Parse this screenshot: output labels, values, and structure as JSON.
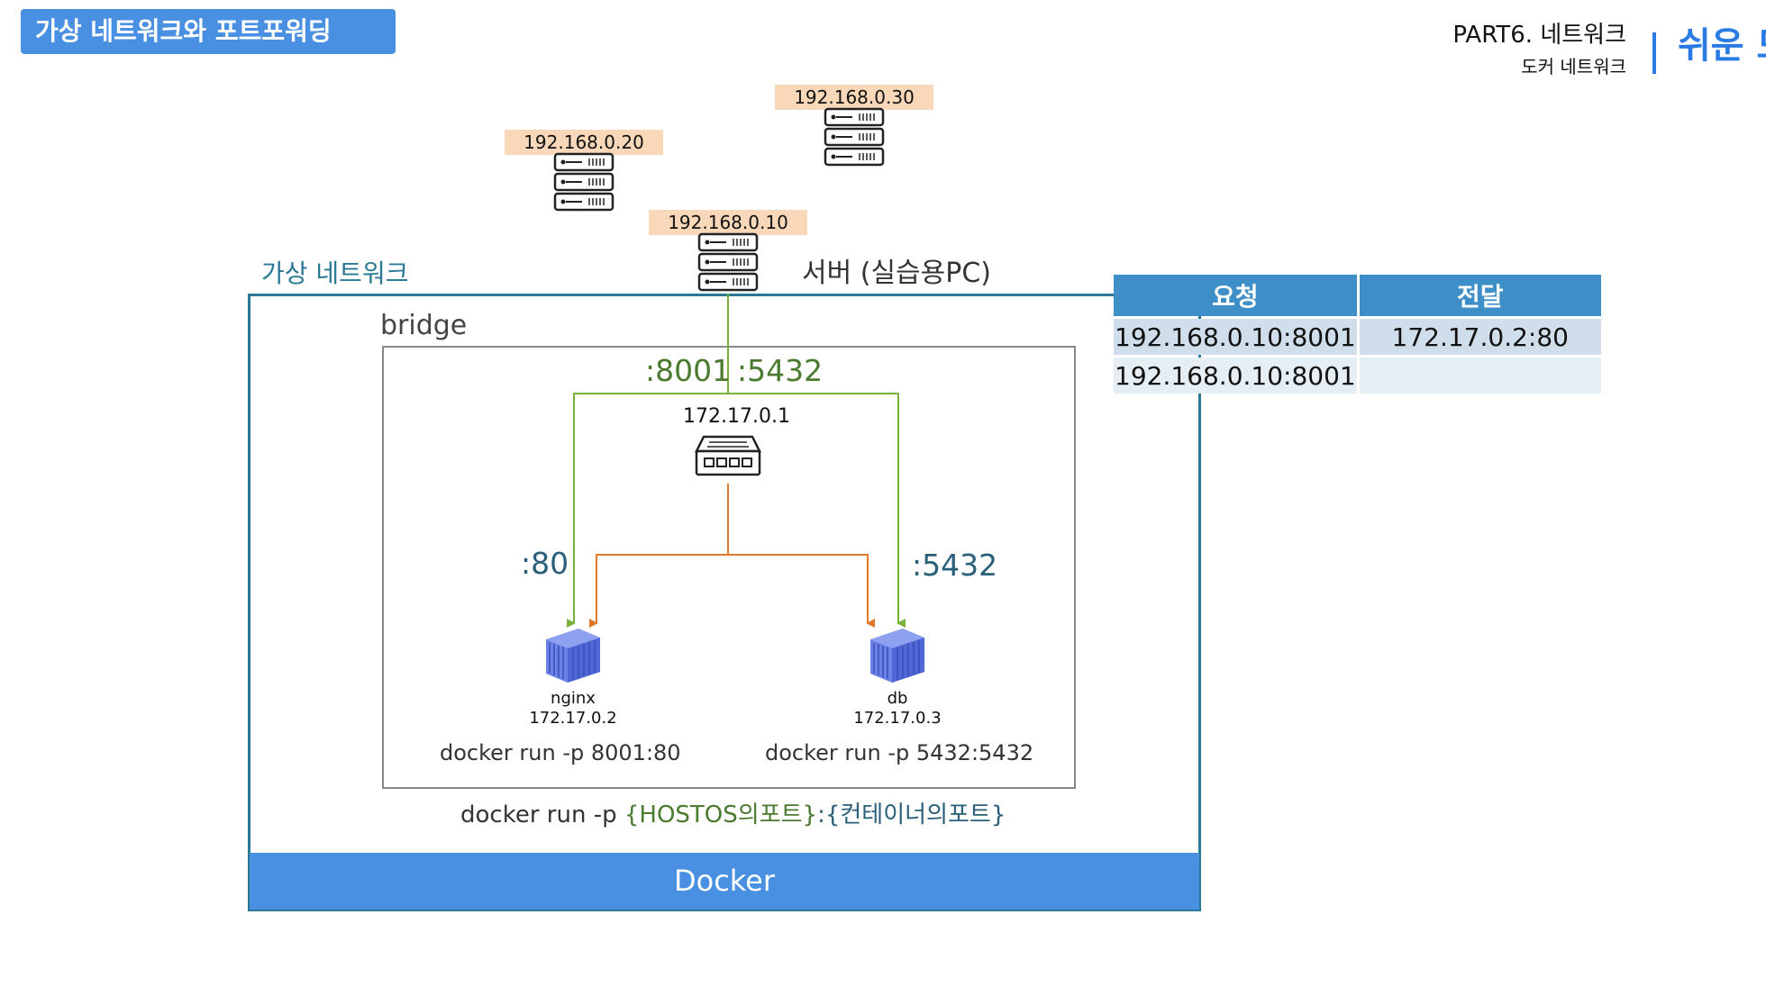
{
  "header": {
    "title": "가상 네트워크와 포트포워딩",
    "part": "PART6. 네트워크",
    "subtitle": "도커 네트워크",
    "brand": "쉬운 도"
  },
  "hosts": [
    {
      "ip": "192.168.0.30",
      "icon": "server-icon"
    },
    {
      "ip": "192.168.0.20",
      "icon": "server-icon"
    },
    {
      "ip": "192.168.0.10",
      "icon": "server-icon"
    }
  ],
  "server_label": "서버 (실습용PC)",
  "virtual_network_label": "가상 네트워크",
  "bridge": {
    "label": "bridge",
    "gateway_ip": "172.17.0.1",
    "host_port_a": ":8001",
    "host_port_b": ":5432"
  },
  "containers": [
    {
      "name": "nginx",
      "ip": "172.17.0.2",
      "port": ":80",
      "command": "docker run -p 8001:80",
      "icon": "container-icon"
    },
    {
      "name": "db",
      "ip": "172.17.0.3",
      "port": ":5432",
      "command": "docker run -p 5432:5432",
      "icon": "container-icon"
    }
  ],
  "command_pattern": {
    "prefix": "docker run -p ",
    "host_part": "{HOSTOS의포트}",
    "sep": ":",
    "container_part": "{컨테이너의포트}"
  },
  "docker_label": "Docker",
  "forward_table": {
    "headers": [
      "요청",
      "전달"
    ],
    "rows": [
      [
        "192.168.0.10:8001",
        "172.17.0.2:80"
      ],
      [
        "192.168.0.10:8001",
        ""
      ]
    ]
  },
  "colors": {
    "accent": "#4a90e2",
    "green_line": "#7bb03c",
    "orange_line": "#e07a2a",
    "network_border": "#2a7895",
    "ip_tag": "#f8d8b8"
  }
}
